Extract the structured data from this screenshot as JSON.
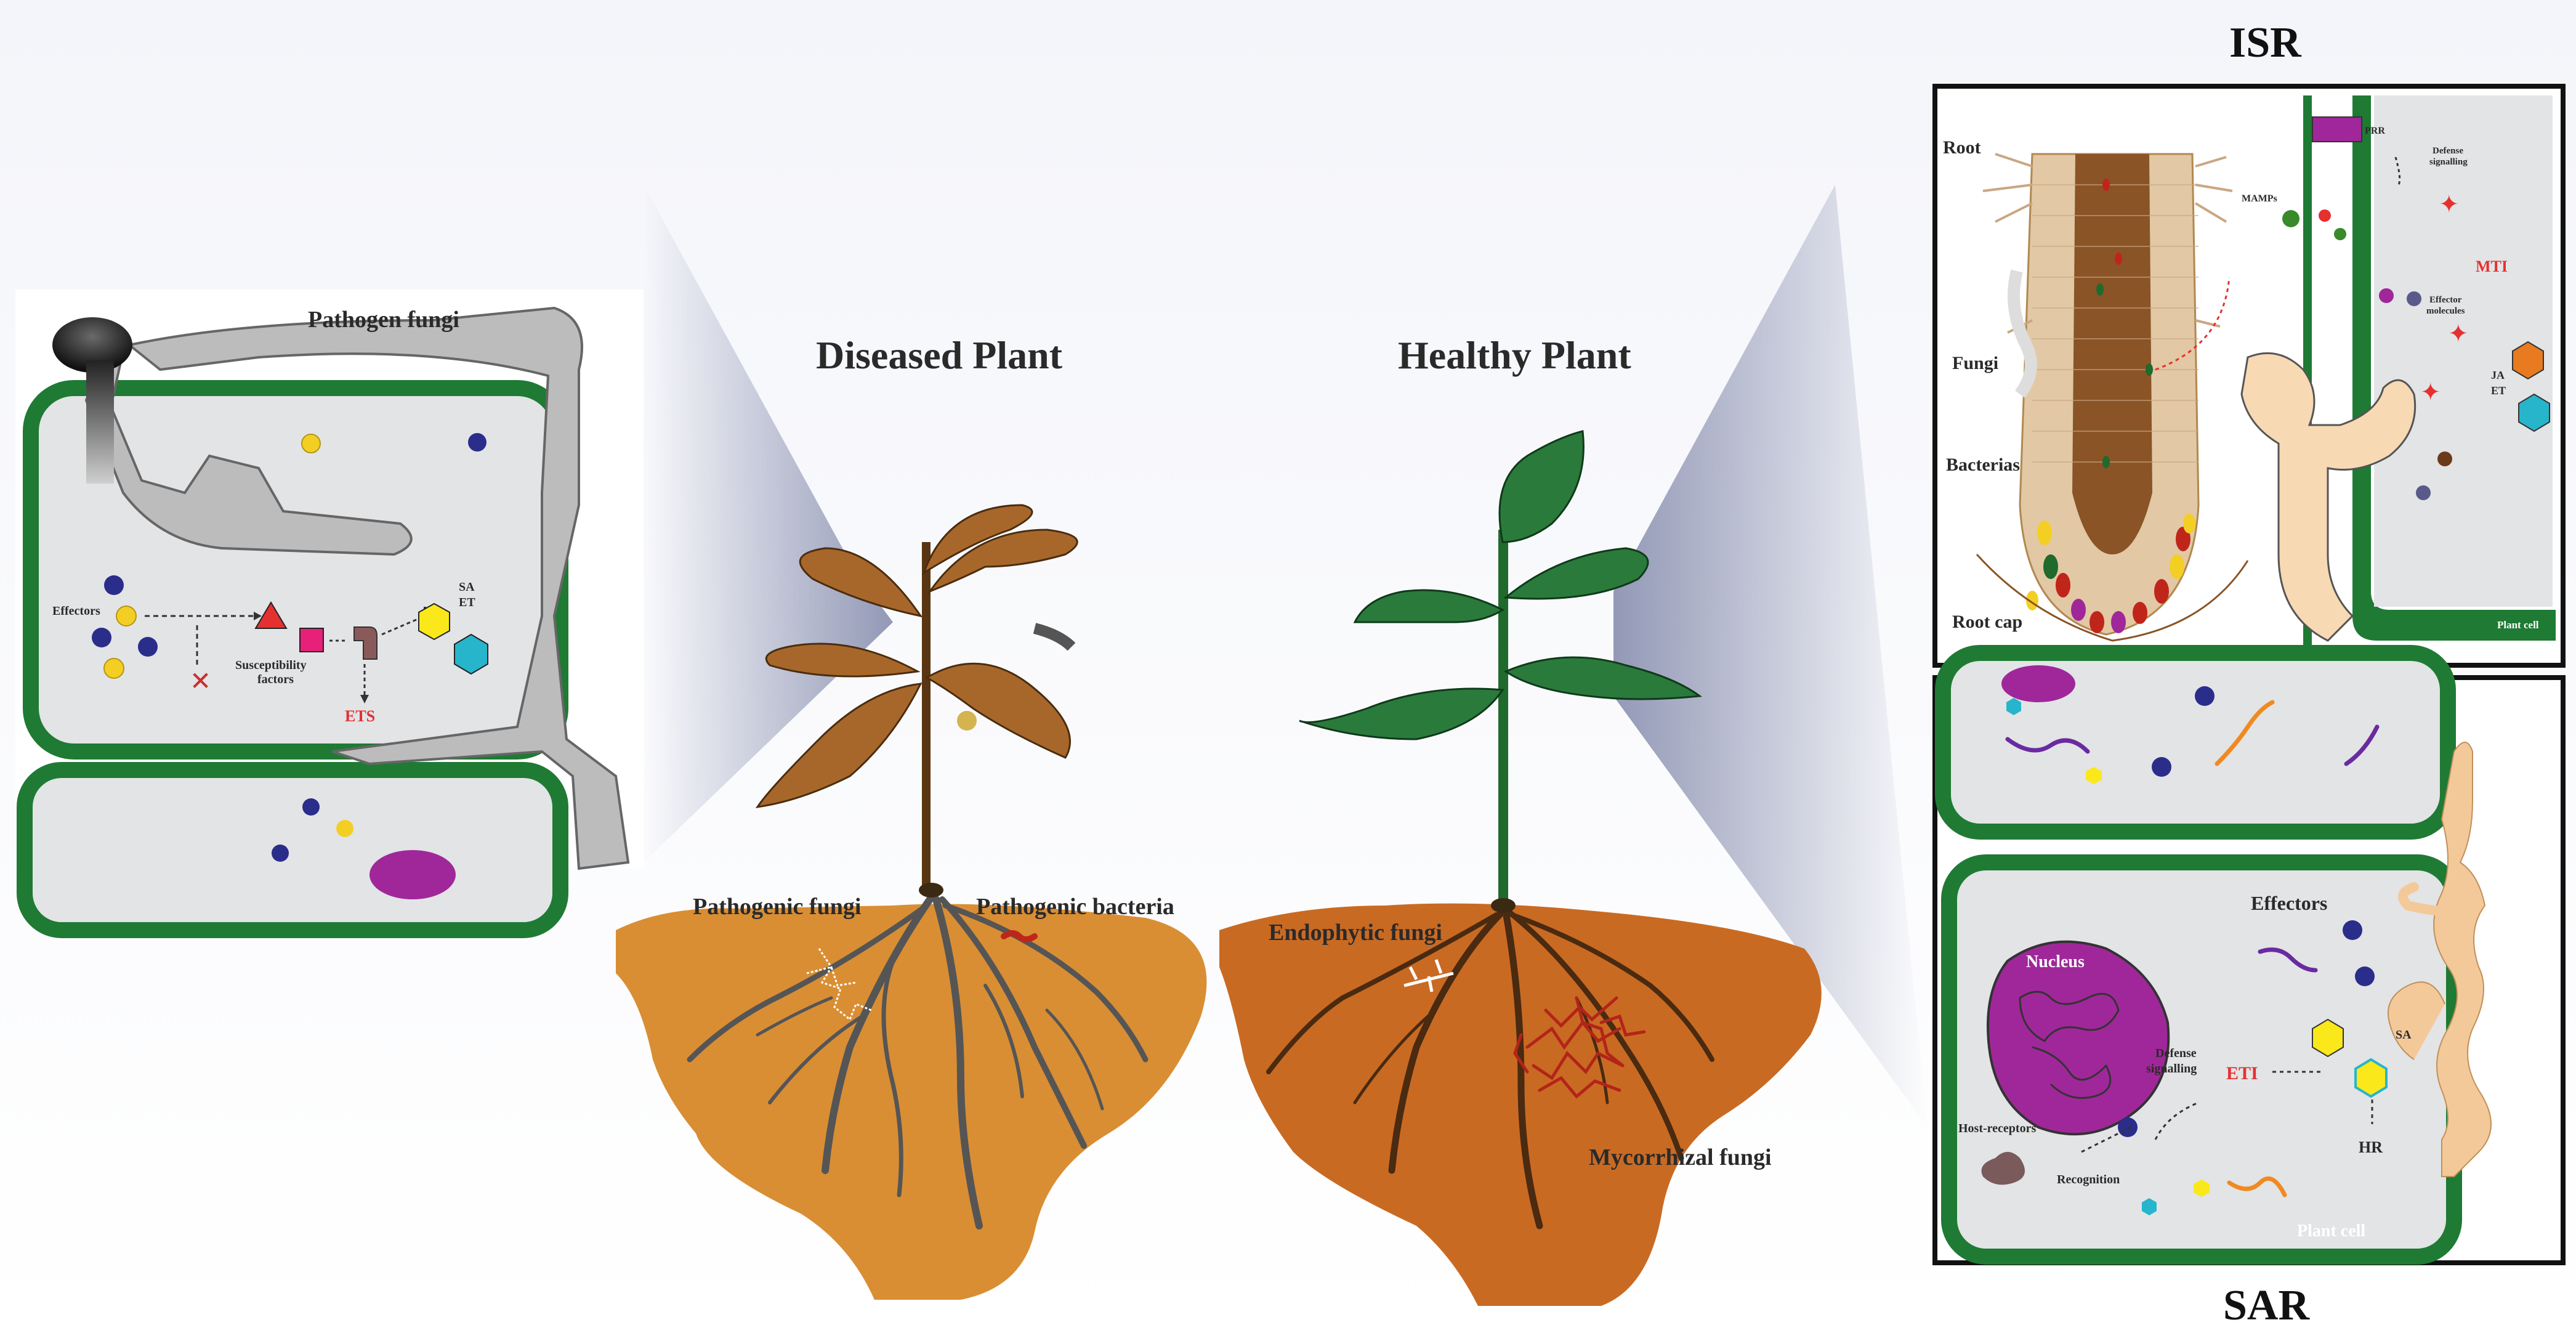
{
  "titles": {
    "diseased_plant": "Diseased Plant",
    "healthy_plant": "Healthy Plant",
    "isr": "ISR",
    "sar": "SAR"
  },
  "left_panel": {
    "pathogen_fungi": "Pathogen fungi",
    "effectors": "Effectors",
    "susceptibility_factors_line1": "Susceptibility",
    "susceptibility_factors_line2": "factors",
    "sa": "SA",
    "et": "ET",
    "ets": "ETS"
  },
  "center": {
    "pathogenic_fungi": "Pathogenic fungi",
    "pathogenic_bacteria": "Pathogenic bacteria",
    "endophytic_fungi": "Endophytic fungi",
    "mycorrhizal_fungi": "Mycorrhizal fungi"
  },
  "isr_panel": {
    "root": "Root",
    "fungi": "Fungi",
    "bacterias": "Bacterias",
    "root_cap": "Root cap",
    "mamps": "MAMPs",
    "prr": "PRR",
    "defense_signalling_line1": "Defense",
    "defense_signalling_line2": "signalling",
    "mti": "MTI",
    "effector_molecules_line1": "Effector",
    "effector_molecules_line2": "molecules",
    "ja": "JA",
    "et": "ET",
    "plant_cell": "Plant cell"
  },
  "sar_panel": {
    "effectors": "Effectors",
    "nucleus": "Nucleus",
    "defense_signalling_line1": "Defense",
    "defense_signalling_line2": "signalling",
    "eti": "ETI",
    "sa": "SA",
    "hr": "HR",
    "host_receptors": "Host-receptors",
    "recognition": "Recognition",
    "plant_cell": "Plant cell"
  },
  "colors": {
    "cell_green": "#1f7a34",
    "cytoplasm_grey": "#e2e4e6",
    "hypha_grey": "#bcbcbc",
    "soil_light": "#d98e34",
    "soil_dark": "#c96a23",
    "healthy_leaf": "#2a7a3c",
    "diseased_leaf": "#a8672a",
    "root_grey": "#555555",
    "mycorrhiza_red": "#b32418",
    "nucleus_purple": "#a0279a",
    "effector_blue": "#2a2d8a",
    "effector_yellow": "#f4cf23",
    "label_red": "#e53030",
    "cone_blue": "#1e2a66"
  }
}
